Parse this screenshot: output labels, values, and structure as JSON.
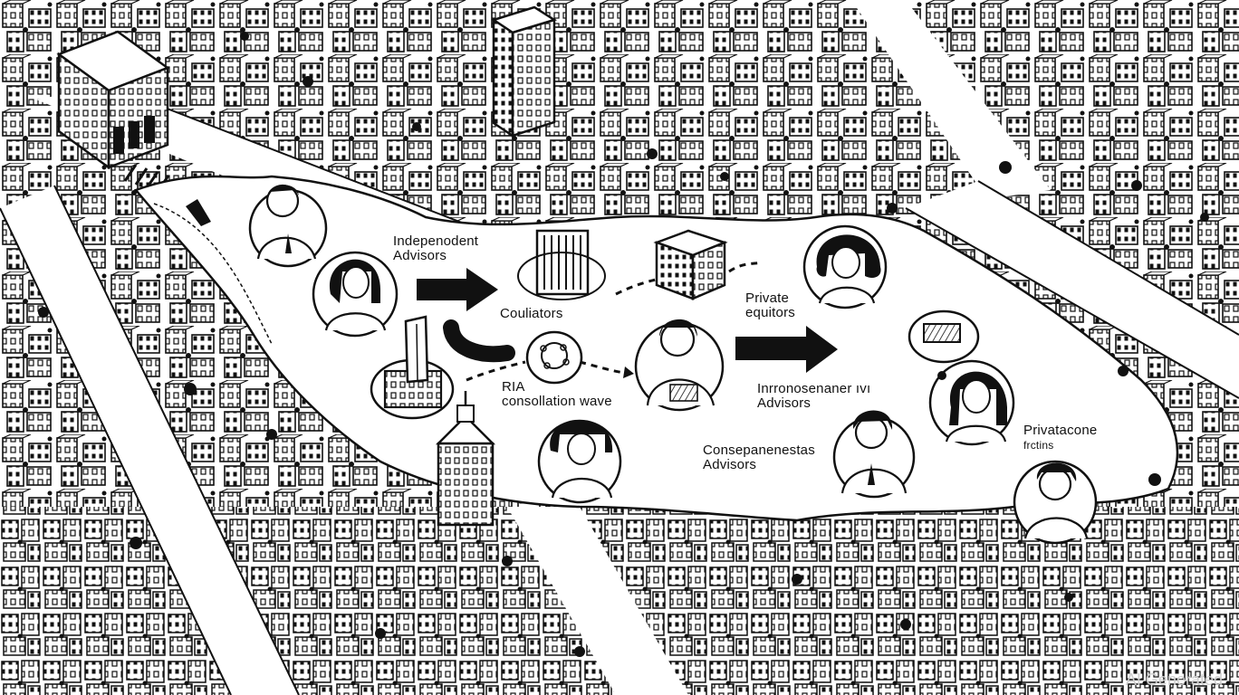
{
  "labels": {
    "independent": [
      "Indepenodent",
      "Advisors"
    ],
    "couliators": "Couliators",
    "private_equitors": [
      "Private",
      "equitors"
    ],
    "ria": [
      "RIA",
      "consollation wave"
    ],
    "inrronosenaner": [
      "Inrronosenaner ıvı",
      "Advisors"
    ],
    "consepanenestas": [
      "Consepanenestas",
      "Advisors"
    ],
    "privatacone": [
      "Privatacone",
      "frctins"
    ]
  },
  "watermark": "AI Generated",
  "colors": {
    "ink": "#111111",
    "paper": "#ffffff"
  }
}
